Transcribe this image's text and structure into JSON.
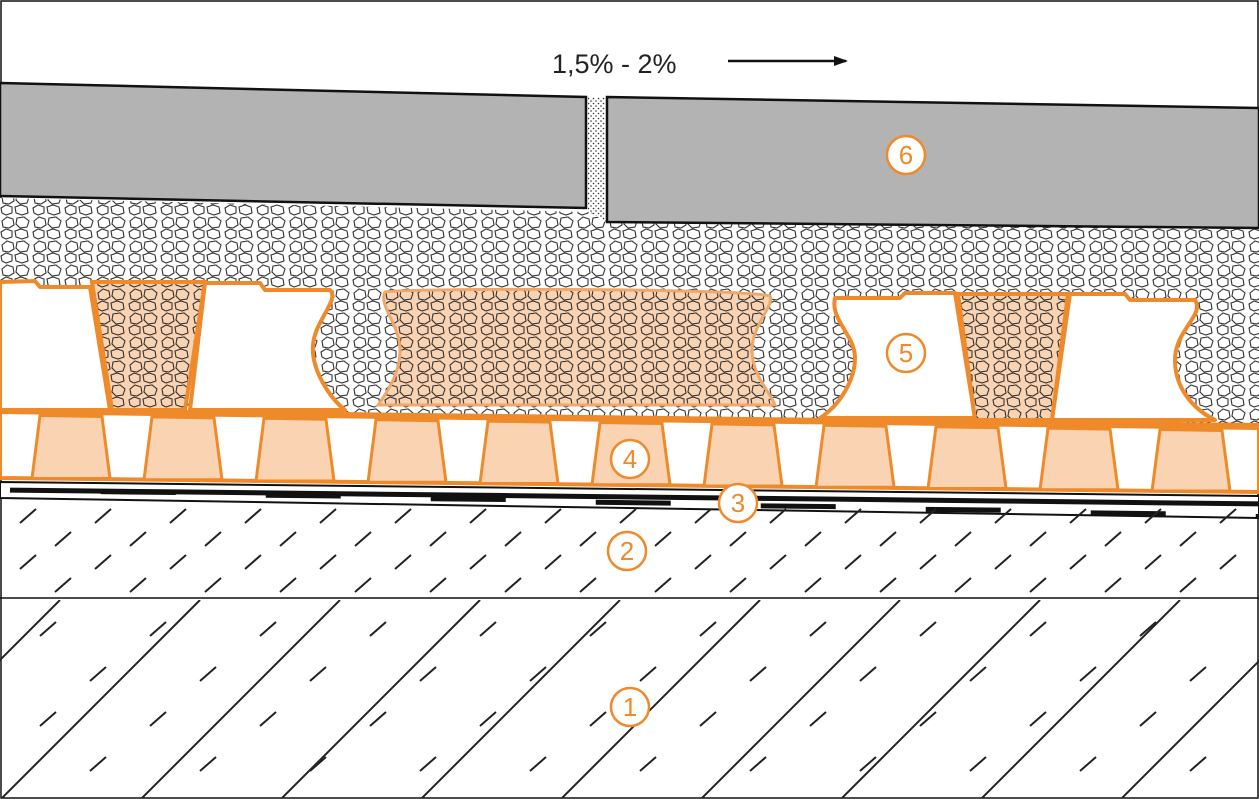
{
  "slope": {
    "label": "1,5% - 2%"
  },
  "callouts": [
    {
      "id": "1",
      "text": "1"
    },
    {
      "id": "2",
      "text": "2"
    },
    {
      "id": "3",
      "text": "3"
    },
    {
      "id": "4",
      "text": "4"
    },
    {
      "id": "5",
      "text": "5"
    },
    {
      "id": "6",
      "text": "6"
    }
  ],
  "colors": {
    "orange": "#ee8a2a",
    "orange_fill": "#fad3b2",
    "tile": "#b3b3b3",
    "line": "#111111"
  }
}
